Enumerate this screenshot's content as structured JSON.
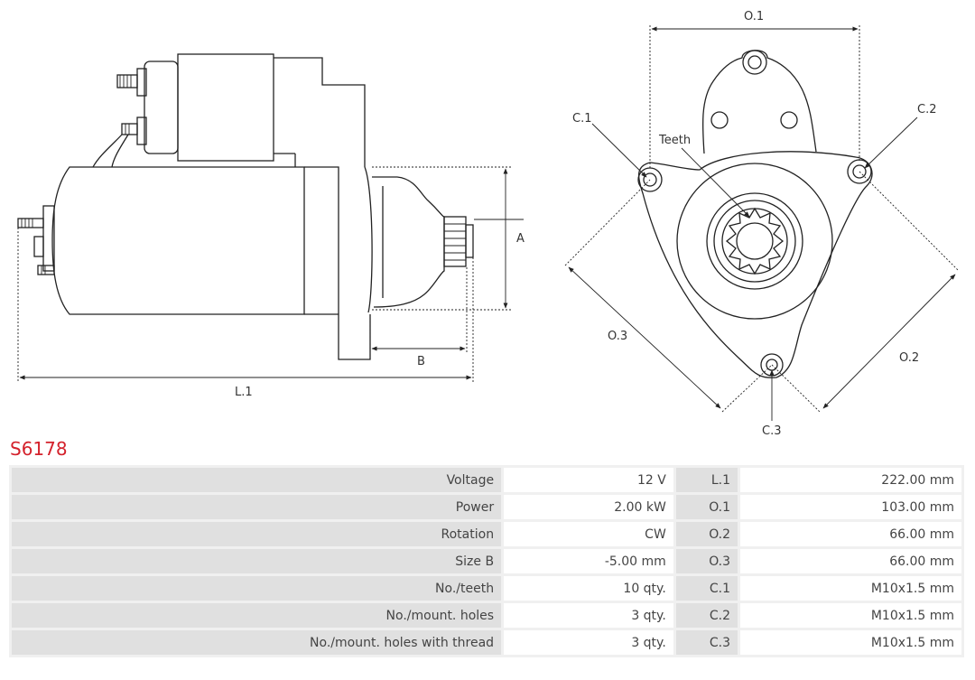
{
  "drawing": {
    "labels": {
      "o1": "O.1",
      "o2": "O.2",
      "o3": "O.3",
      "c1": "C.1",
      "c2": "C.2",
      "c3": "C.3",
      "teeth": "Teeth",
      "a": "A",
      "b": "B",
      "l1": "L.1"
    }
  },
  "part_number": "S6178",
  "specs": [
    {
      "label": "Voltage",
      "value": "12 V",
      "dim": "L.1",
      "dim_value": "222.00 mm"
    },
    {
      "label": "Power",
      "value": "2.00 kW",
      "dim": "O.1",
      "dim_value": "103.00 mm"
    },
    {
      "label": "Rotation",
      "value": "CW",
      "dim": "O.2",
      "dim_value": "66.00 mm"
    },
    {
      "label": "Size B",
      "value": "-5.00 mm",
      "dim": "O.3",
      "dim_value": "66.00 mm"
    },
    {
      "label": "No./teeth",
      "value": "10 qty.",
      "dim": "C.1",
      "dim_value": "M10x1.5 mm"
    },
    {
      "label": "No./mount. holes",
      "value": "3 qty.",
      "dim": "C.2",
      "dim_value": "M10x1.5 mm"
    },
    {
      "label": "No./mount. holes with thread",
      "value": "3 qty.",
      "dim": "C.3",
      "dim_value": "M10x1.5 mm"
    }
  ]
}
